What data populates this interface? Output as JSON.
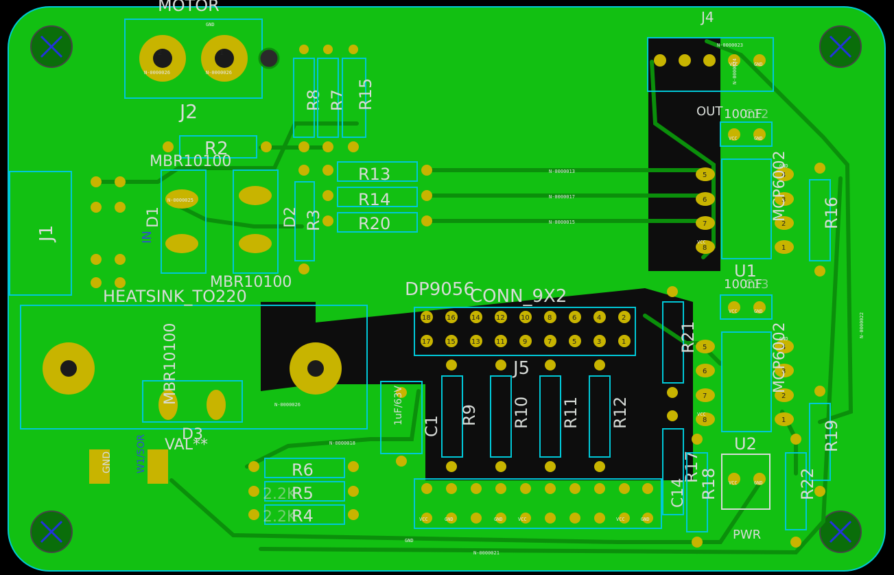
{
  "colors": {
    "copper": "#12c012",
    "trace": "#0f9e0f",
    "pad": "#c8b400",
    "outline": "#00c8d8",
    "silk": "#d8dcd8",
    "drill": "#1a1a1a"
  },
  "refs": {
    "motor": "MOTOR",
    "j2": "J2",
    "j4": "J4",
    "j1": "J1",
    "mbr_top": "MBR10100",
    "mbr_mid": "MBR10100",
    "mbr_left": "MBR10100",
    "heatsink": "HEATSINK_TO220",
    "dp9056": "DP9056",
    "conn": "CONN_9X2",
    "j5": "J5",
    "r2": "R2",
    "r8": "R8",
    "r7": "R7",
    "r15": "R15",
    "r13": "R13",
    "r14": "R14",
    "r20": "R20",
    "r3": "R3",
    "d1": "D1",
    "d2": "D2",
    "d3": "D3",
    "val": "VAL**",
    "out": "OUT",
    "c12": "C12",
    "c13": "C13",
    "val100nf_a": "100nF",
    "val100nf_b": "100nF",
    "mcp_a": "MCP6002",
    "mcp_b": "MCP6002",
    "u1": "U1",
    "u2": "U2",
    "r16": "R16",
    "r19": "R19",
    "r21": "R21",
    "r22": "R22",
    "r6": "R6",
    "r5": "R5",
    "r4": "R4",
    "r5val": "2.2K",
    "r4val": "2.2K",
    "c1": "C1",
    "c1val": "1uF/63V",
    "r9": "R9",
    "r10": "R10",
    "r11": "R11",
    "r12": "R12",
    "r17": "R17",
    "r18": "R18",
    "c14": "C14",
    "pwr": "PWR",
    "in": "IN",
    "w1": "W1/5OR",
    "gnd_left": "GND"
  },
  "nets": {
    "n26": "N-0000026",
    "n25": "N-0000025",
    "n13": "N-0000013",
    "n17": "N-0000017",
    "n15": "N-0000015",
    "n18": "N-0000018",
    "n21": "N-0000021",
    "n22": "N-0000022",
    "n23": "N-0000023",
    "n24": "N-0000024",
    "gnd": "GND",
    "vcc": "VCC"
  },
  "pins": {
    "p1": "1",
    "p2": "2",
    "p3": "3",
    "p4": "4",
    "p5": "5",
    "p6": "6",
    "p7": "7",
    "p8": "8",
    "p9": "9",
    "p10": "10",
    "p11": "11",
    "p12": "12",
    "p13": "13",
    "p14": "14",
    "p15": "15",
    "p16": "16",
    "p17": "17",
    "p18": "18"
  }
}
